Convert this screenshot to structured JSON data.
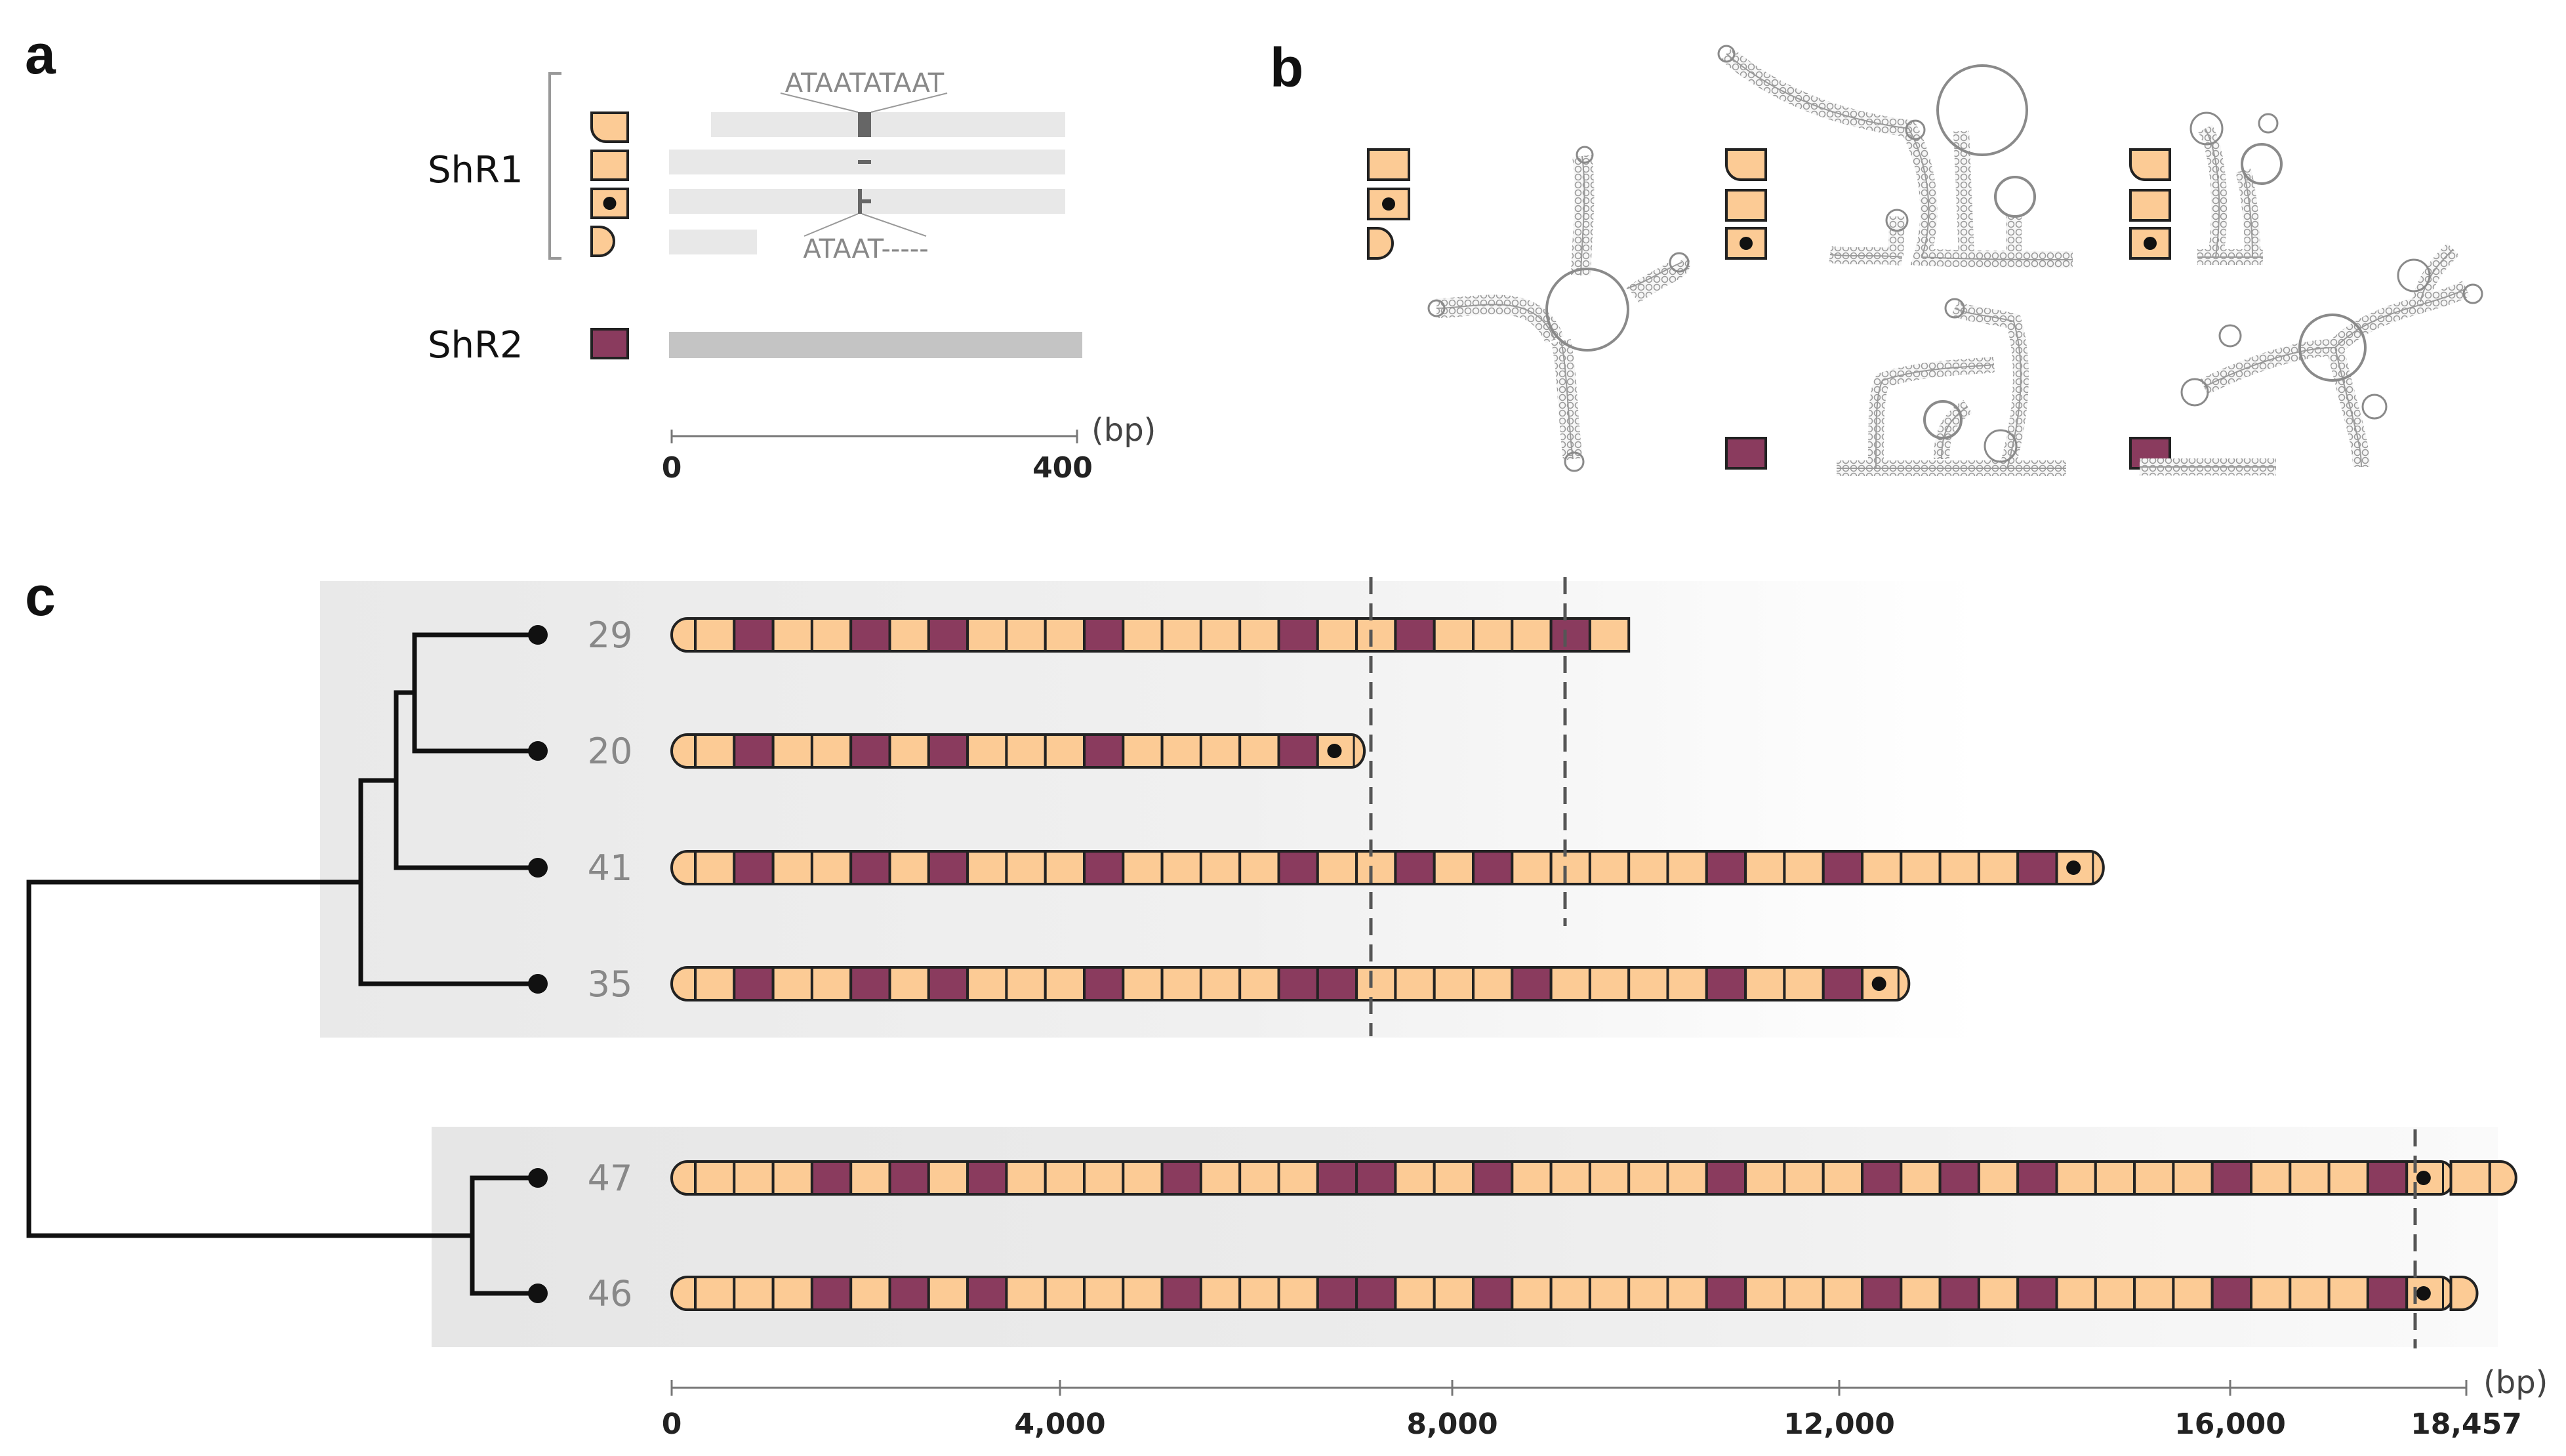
{
  "panel_labels": {
    "a": "a",
    "b": "b",
    "c": "c"
  },
  "colors": {
    "shr1": "#FCCB95",
    "shr2": "#8A3B5E",
    "outline": "#222222",
    "bar_light": "#E8E8E8",
    "bar_shr2": "#C4C4C4",
    "insert": "#666666",
    "dendrogram": "#111111",
    "rowlabel": "#888888"
  },
  "panel_a": {
    "group1_label": "ShR1",
    "group2_label": "ShR2",
    "seq_top": "ATAATATAAT",
    "seq_bottom": "ATAAT-----",
    "axis_ticks": [
      "0",
      "400"
    ],
    "axis_unit": "(bp)"
  },
  "panel_c": {
    "axis_ticks": [
      "0",
      "4,000",
      "8,000",
      "12,000",
      "16,000",
      "18,457"
    ],
    "axis_unit": "(bp)",
    "rows": [
      {
        "label": "29",
        "pattern": "SLKLLKLKLLLKLLLLKLLKLLLKL"
      },
      {
        "label": "20",
        "pattern": "SLKLLKLKLLLKLLLLKD"
      },
      {
        "label": "41",
        "pattern": "SLKLLKLKLLLKLLLLKLLKLKLLLLLKLLKLLLLKD"
      },
      {
        "label": "35",
        "pattern": "SLKLLKLKLLLKLLLLKKLLLLKLLLLKLLKD"
      },
      {
        "label": "47",
        "pattern": "SLLLKLKLKLLLLKLLLKKLLKLLLLLKLLLKLKLKLLLLKLLLKDLE"
      },
      {
        "label": "46",
        "pattern": "SLLLKLKLKLLLLKLLLKKLLKLLLLLKLLLKLKLKLLLLKLLLKDE"
      }
    ]
  }
}
